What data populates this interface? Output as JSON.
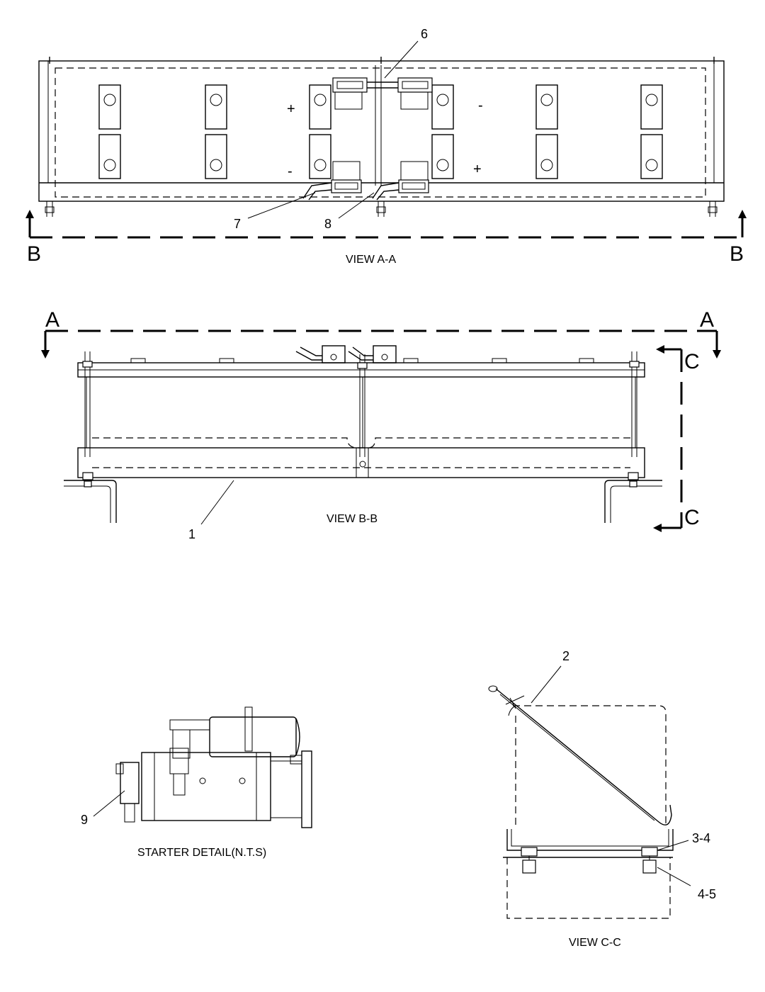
{
  "view_a": {
    "title": "VIEW A-A",
    "section_left": "B",
    "section_right": "B",
    "signs": [
      "+",
      "-",
      "-",
      "+"
    ],
    "callouts": [
      "6",
      "7",
      "8"
    ]
  },
  "view_b": {
    "title": "VIEW B-B",
    "section_left": "A",
    "section_right": "A",
    "section_top": "C",
    "section_bottom": "C",
    "callouts": [
      "1"
    ]
  },
  "starter": {
    "title": "STARTER DETAIL(N.T.S)",
    "callouts": [
      "9"
    ]
  },
  "view_c": {
    "title": "VIEW C-C",
    "callouts": [
      "2",
      "3-4",
      "4-5"
    ]
  }
}
